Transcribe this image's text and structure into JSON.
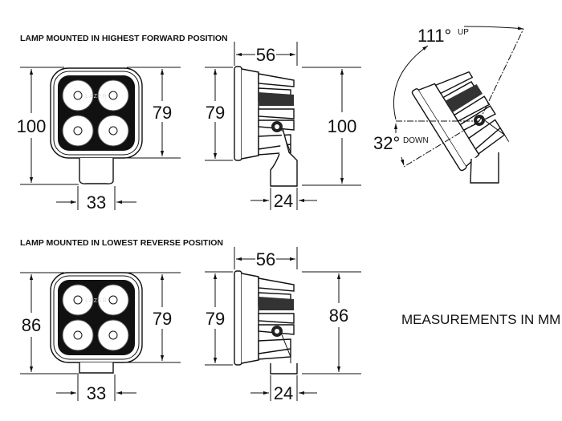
{
  "top": {
    "title": "LAMP MOUNTED IN HIGHEST FORWARD POSITION",
    "front": {
      "height_total": "100",
      "height_lamp": "79",
      "bracket_width": "33"
    },
    "side": {
      "depth": "56",
      "height_lamp": "79",
      "height_total": "100",
      "bracket_depth": "24"
    },
    "angles": {
      "up_value": "111°",
      "up_label": "UP",
      "down_value": "32°",
      "down_label": "DOWN"
    }
  },
  "bottom": {
    "title": "LAMP MOUNTED IN LOWEST REVERSE POSITION",
    "front": {
      "height_total": "86",
      "height_lamp": "79",
      "bracket_width": "33"
    },
    "side": {
      "depth": "56",
      "height_lamp": "79",
      "height_total": "86",
      "bracket_depth": "24"
    }
  },
  "logo": "LAZER",
  "note": "MEASUREMENTS IN MM"
}
